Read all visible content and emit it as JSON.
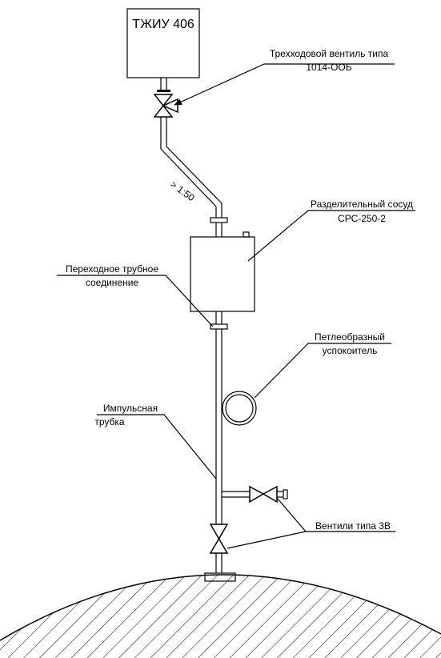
{
  "device": {
    "title": "ТЖИУ 406"
  },
  "labels": {
    "three_way_valve_line1": "Трехходовой вентиль типа",
    "three_way_valve_line2": "1014-ООБ",
    "slope": "> 1:50",
    "separator_line1": "Разделительный сосуд",
    "separator_line2": "СРС-250-2",
    "adapter_line1": "Переходное трубное",
    "adapter_line2": "соединение",
    "damper_line1": "Петлеобразный",
    "damper_line2": "успокоитель",
    "impulse_line1": "Импульсная",
    "impulse_line2": "трубка",
    "valves": "Вентили типа 3В"
  },
  "colors": {
    "line": "#000000",
    "background": "#ffffff"
  }
}
